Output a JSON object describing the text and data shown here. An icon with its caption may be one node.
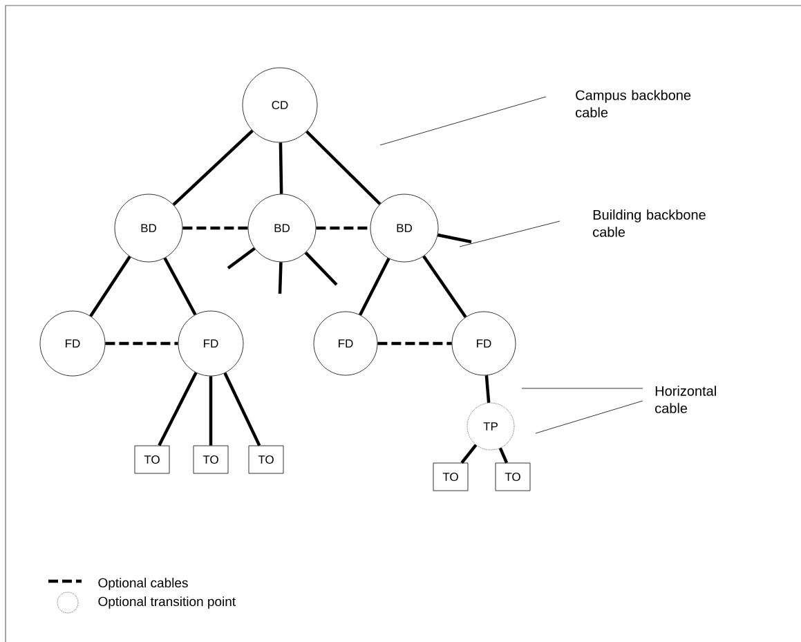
{
  "diagram": {
    "nodes": [
      {
        "text": [
          "CD"
        ]
      },
      {
        "text": [
          "BD"
        ]
      },
      {
        "text": [
          "BD"
        ]
      },
      {
        "text": [
          "BD"
        ]
      },
      {
        "text": [
          "FD"
        ]
      },
      {
        "text": [
          "FD"
        ]
      },
      {
        "text": [
          "FD"
        ]
      },
      {
        "text": [
          "FD"
        ]
      },
      {
        "text": [
          "TP"
        ]
      },
      {
        "text": [
          "TO"
        ]
      },
      {
        "text": [
          "TO"
        ]
      },
      {
        "text": [
          "TO"
        ]
      },
      {
        "text": [
          "TO"
        ]
      },
      {
        "text": [
          "TO"
        ]
      },
      {
        "text": [
          "Campus backbone cable"
        ]
      },
      {
        "text": [
          "Building backbone cable"
        ]
      },
      {
        "text": [
          "Horizontal cable"
        ]
      }
    ],
    "edges": [
      {
        "from": 0,
        "to": 1,
        "arrow": "none"
      },
      {
        "from": 0,
        "to": 2,
        "arrow": "none"
      },
      {
        "from": 0,
        "to": 3,
        "arrow": "none"
      },
      {
        "from": 1,
        "to": 2,
        "arrow": "none",
        "style": "dashed"
      },
      {
        "from": 2,
        "to": 3,
        "arrow": "none",
        "style": "dashed"
      },
      {
        "from": 2,
        "to": null,
        "arrow": "none"
      },
      {
        "from": 2,
        "to": null,
        "arrow": "none"
      },
      {
        "from": 2,
        "to": null,
        "arrow": "none"
      },
      {
        "from": 3,
        "to": null,
        "arrow": "none"
      },
      {
        "from": 1,
        "to": 4,
        "arrow": "none"
      },
      {
        "from": 1,
        "to": 5,
        "arrow": "none"
      },
      {
        "from": 3,
        "to": 6,
        "arrow": "none"
      },
      {
        "from": 3,
        "to": 7,
        "arrow": "none"
      },
      {
        "from": 4,
        "to": 5,
        "arrow": "none",
        "style": "dashed"
      },
      {
        "from": 6,
        "to": 7,
        "arrow": "none",
        "style": "dashed"
      },
      {
        "from": 5,
        "to": 9,
        "arrow": "none"
      },
      {
        "from": 5,
        "to": 10,
        "arrow": "none"
      },
      {
        "from": 5,
        "to": 11,
        "arrow": "none"
      },
      {
        "from": 7,
        "to": 8,
        "arrow": "none"
      },
      {
        "from": 8,
        "to": 12,
        "arrow": "none"
      },
      {
        "from": 8,
        "to": 13,
        "arrow": "none"
      },
      {
        "from": 14,
        "to": null,
        "arrow": "none"
      },
      {
        "from": 15,
        "to": null,
        "arrow": "none"
      },
      {
        "from": 16,
        "to": null,
        "arrow": "none"
      },
      {
        "from": 16,
        "to": null,
        "arrow": "none"
      }
    ],
    "legend": [
      {
        "text": "Optional cables"
      },
      {
        "text": "Optional transition point"
      }
    ]
  }
}
